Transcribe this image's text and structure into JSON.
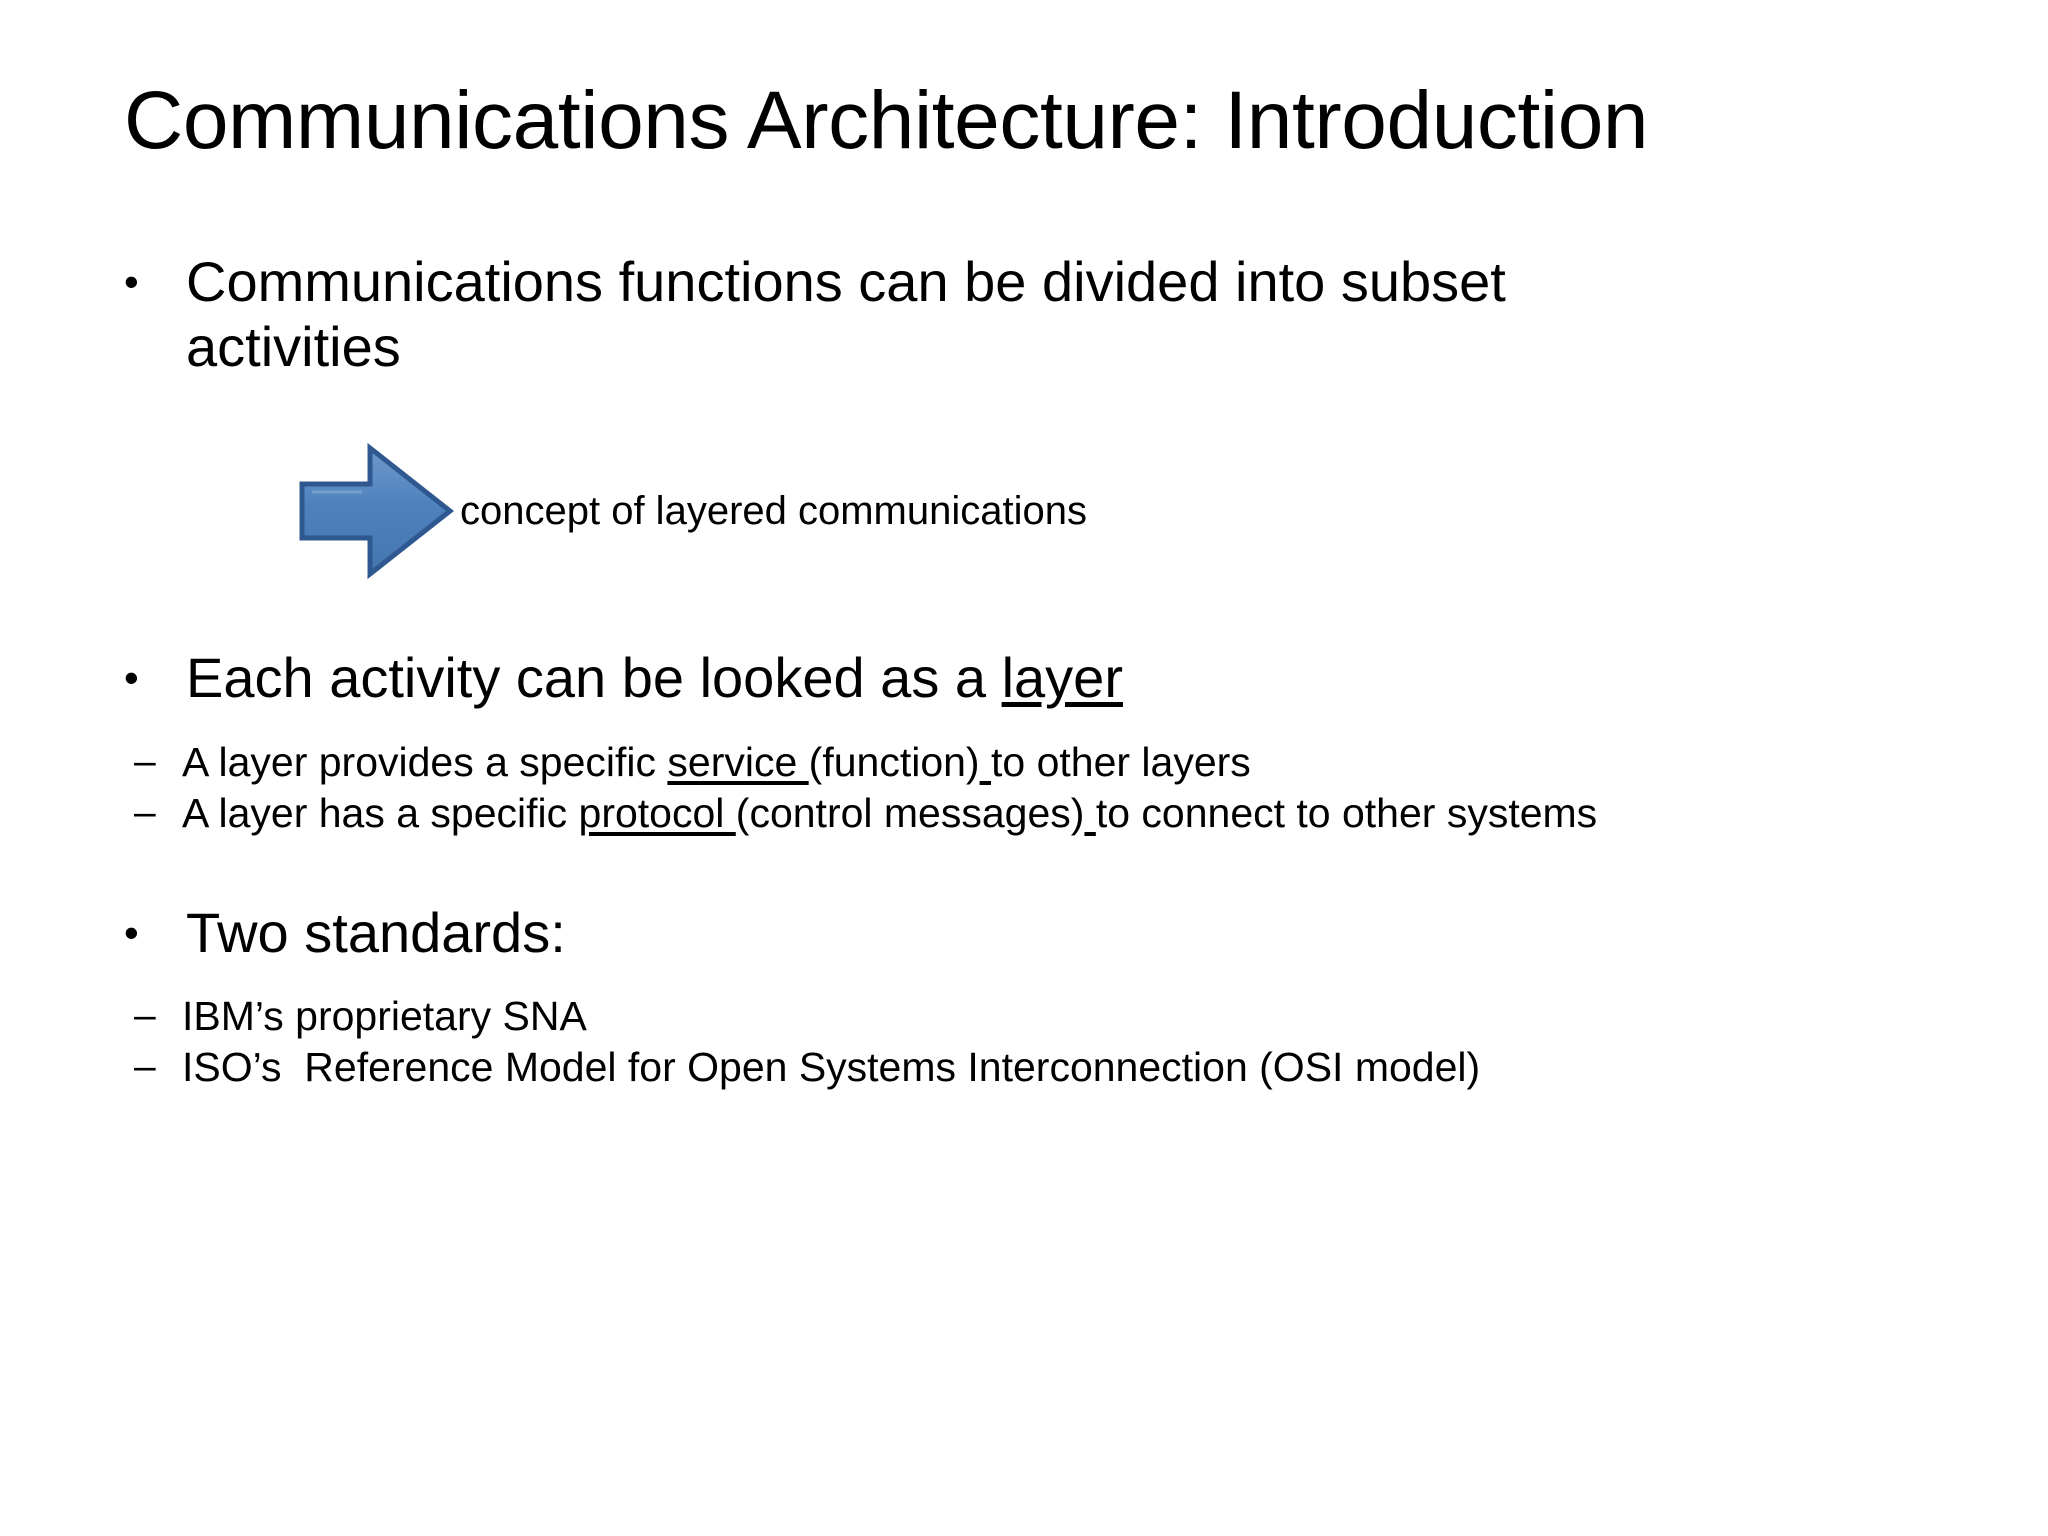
{
  "slide": {
    "title": "Communications Architecture: Introduction",
    "background_color": "#FFFFFF",
    "text_color": "#000000"
  },
  "bullets": {
    "b1": {
      "marker": "•",
      "line1": "Communications functions can be divided into subset",
      "line2": "activities"
    },
    "callout": {
      "icon": "right-arrow-icon",
      "arrow_fill": "#4A7EBB",
      "arrow_fill_light": "#6C97C9",
      "arrow_border": "#2E588F",
      "text": "concept of layered communications"
    },
    "b2": {
      "marker": "•",
      "text_before": "Each activity can be looked as a ",
      "underlined": "layer",
      "sub": [
        {
          "marker": "–",
          "before": "A layer provides a specific ",
          "underlined": "service ",
          "middle": "(function)",
          "underlined_space": " ",
          "after": "to other layers"
        },
        {
          "marker": "–",
          "before": "A layer has a specific ",
          "underlined": "protocol ",
          "middle": "(control messages)",
          "underlined_space": " ",
          "after": "to connect to other systems"
        }
      ]
    },
    "b3": {
      "marker": "•",
      "text": "Two standards:",
      "sub": [
        {
          "marker": "–",
          "text": "IBM’s proprietary SNA"
        },
        {
          "marker": "–",
          "text": "ISO’s  Reference Model for Open Systems Interconnection (OSI model)"
        }
      ]
    }
  }
}
